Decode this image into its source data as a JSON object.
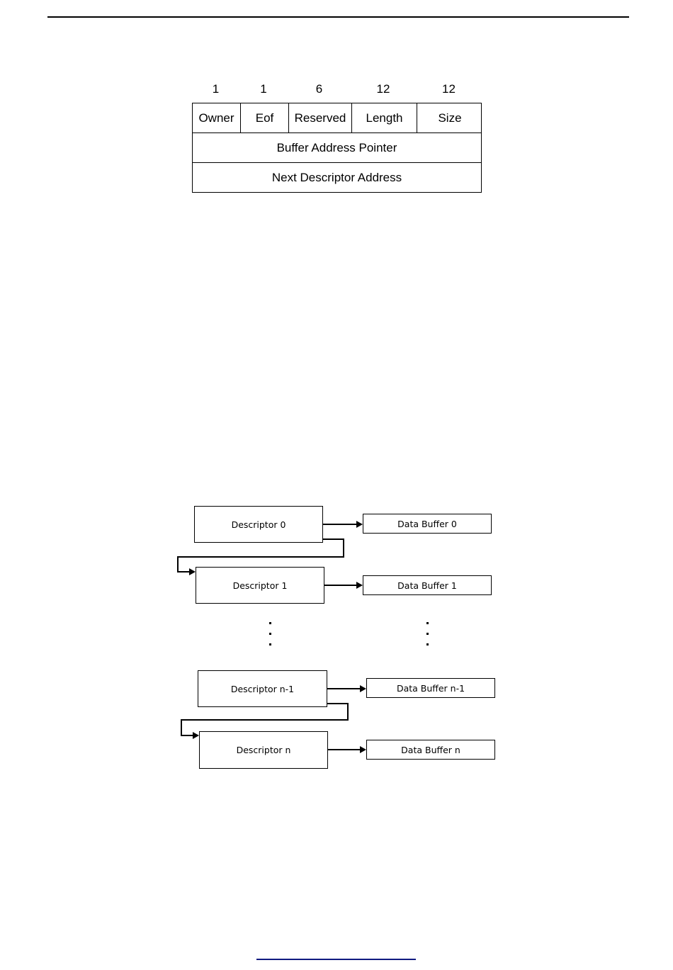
{
  "page": {
    "header_rule_color": "#000000",
    "footer_rule_color": "#101a80",
    "background": "#ffffff"
  },
  "descriptor_format": {
    "bit_widths": [
      "1",
      "1",
      "6",
      "12",
      "12"
    ],
    "fields": [
      "Owner",
      "Eof",
      "Reserved",
      "Length",
      "Size"
    ],
    "rows": [
      {
        "label": "Buffer Address Pointer"
      },
      {
        "label": "Next Descriptor Address"
      }
    ]
  },
  "chain_diagram": {
    "descriptors": [
      {
        "label": "Descriptor 0"
      },
      {
        "label": "Descriptor 1"
      },
      {
        "label": "Descriptor n-1"
      },
      {
        "label": "Descriptor n"
      }
    ],
    "buffers": [
      {
        "label": "Data Buffer 0"
      },
      {
        "label": "Data Buffer 1"
      },
      {
        "label": "Data Buffer n-1"
      },
      {
        "label": "Data Buffer n"
      }
    ],
    "ellipsis": {
      "dots_per_column": 3,
      "columns": 2
    }
  }
}
